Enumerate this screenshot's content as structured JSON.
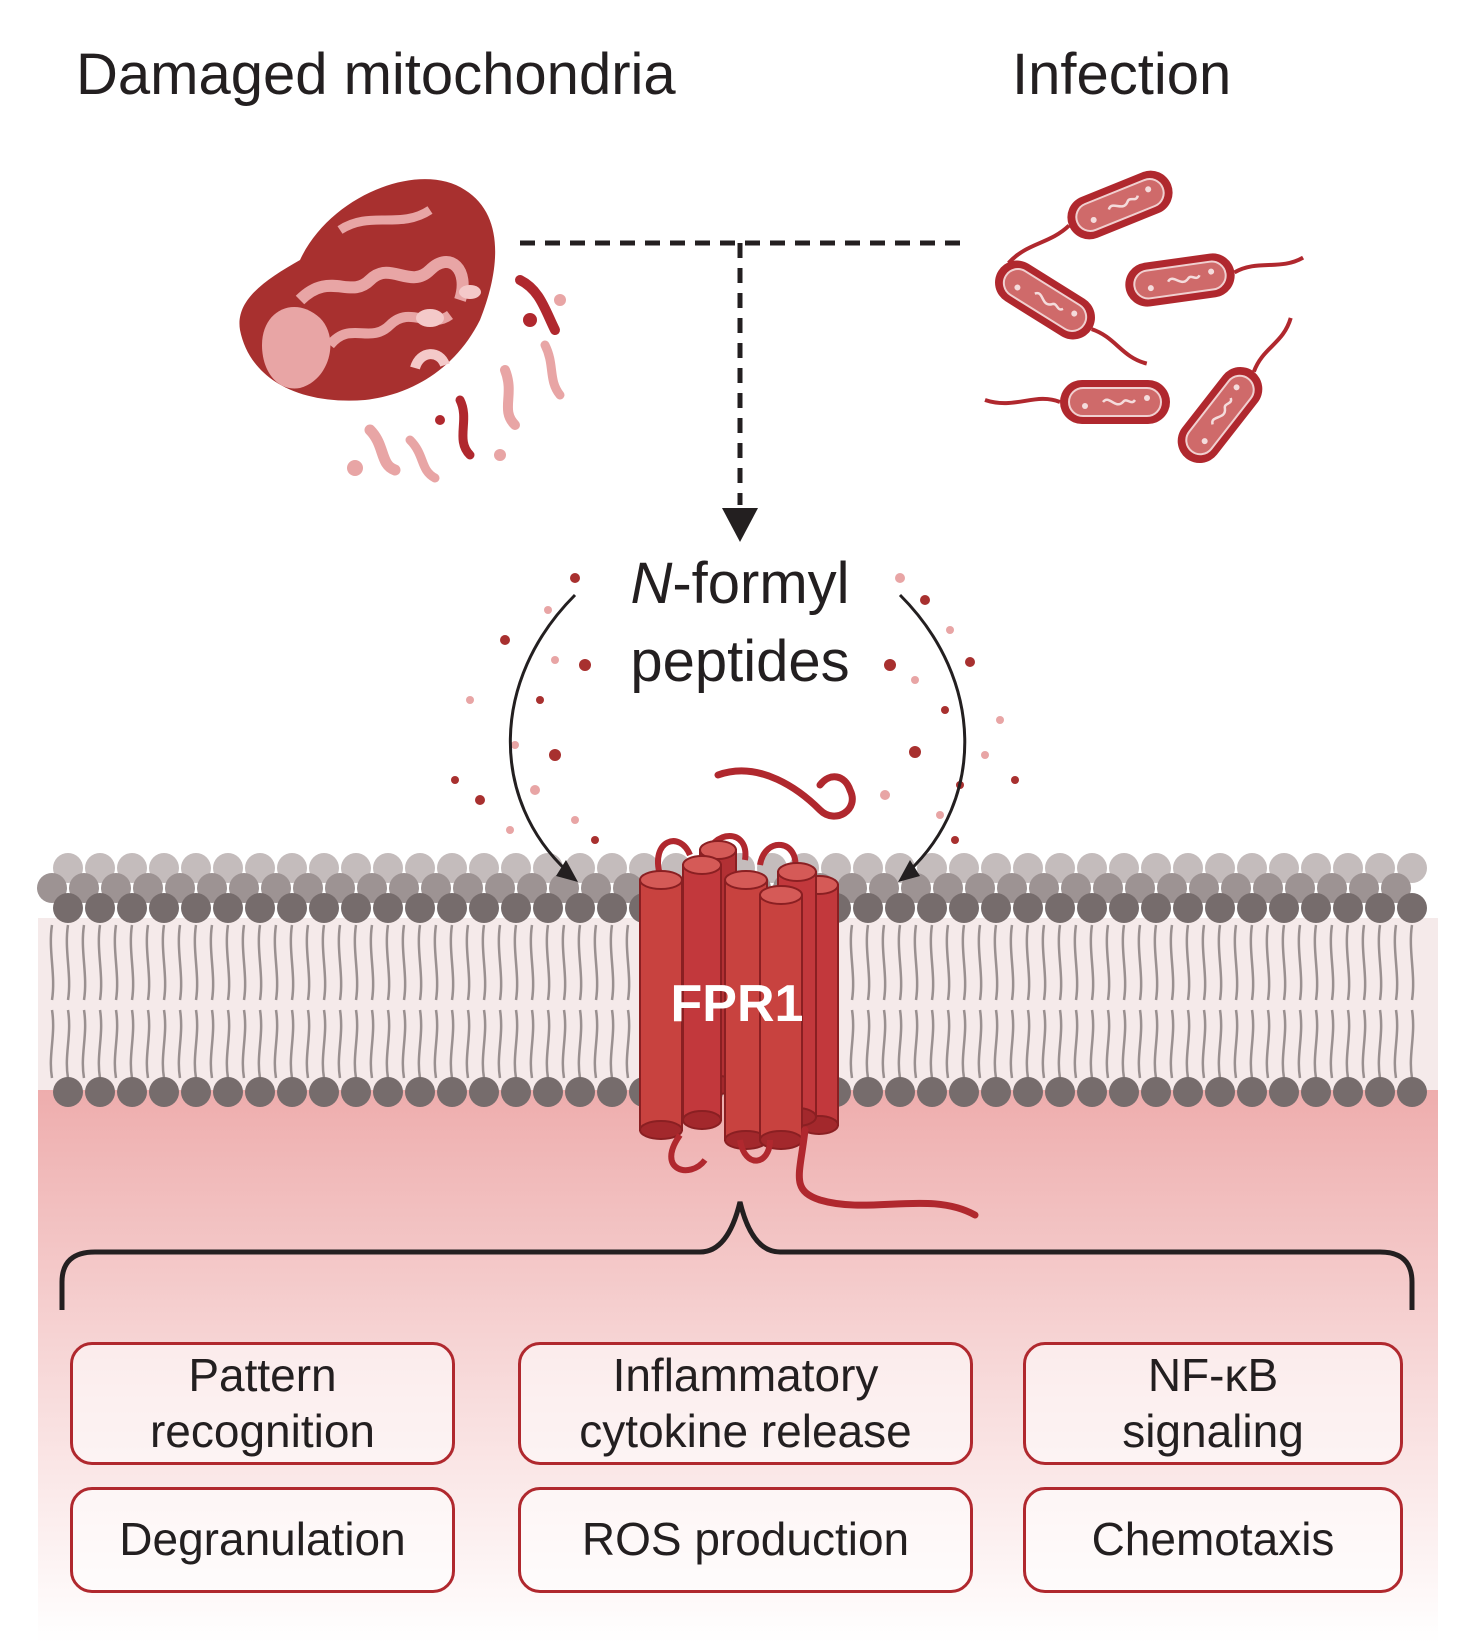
{
  "sources": {
    "mitochondria_label": "Damaged mitochondria",
    "infection_label": "Infection"
  },
  "ligand": {
    "prefix": "N",
    "line1_rest": "-formyl",
    "line2": "peptides"
  },
  "receptor": {
    "label": "FPR1"
  },
  "outcomes": [
    {
      "line1": "Pattern",
      "line2": "recognition"
    },
    {
      "line1": "Inflammatory",
      "line2": "cytokine release"
    },
    {
      "line1": "NF-κB",
      "line2": "signaling"
    },
    {
      "line1": "Degranulation"
    },
    {
      "line1": "ROS production"
    },
    {
      "line1": "Chemotaxis"
    }
  ],
  "colors": {
    "accent": "#b0282e",
    "receptor": "#c2383c",
    "lipid_head": "#7a6f6f",
    "cytoplasm": "#f0b9b9",
    "text": "#231f20"
  }
}
